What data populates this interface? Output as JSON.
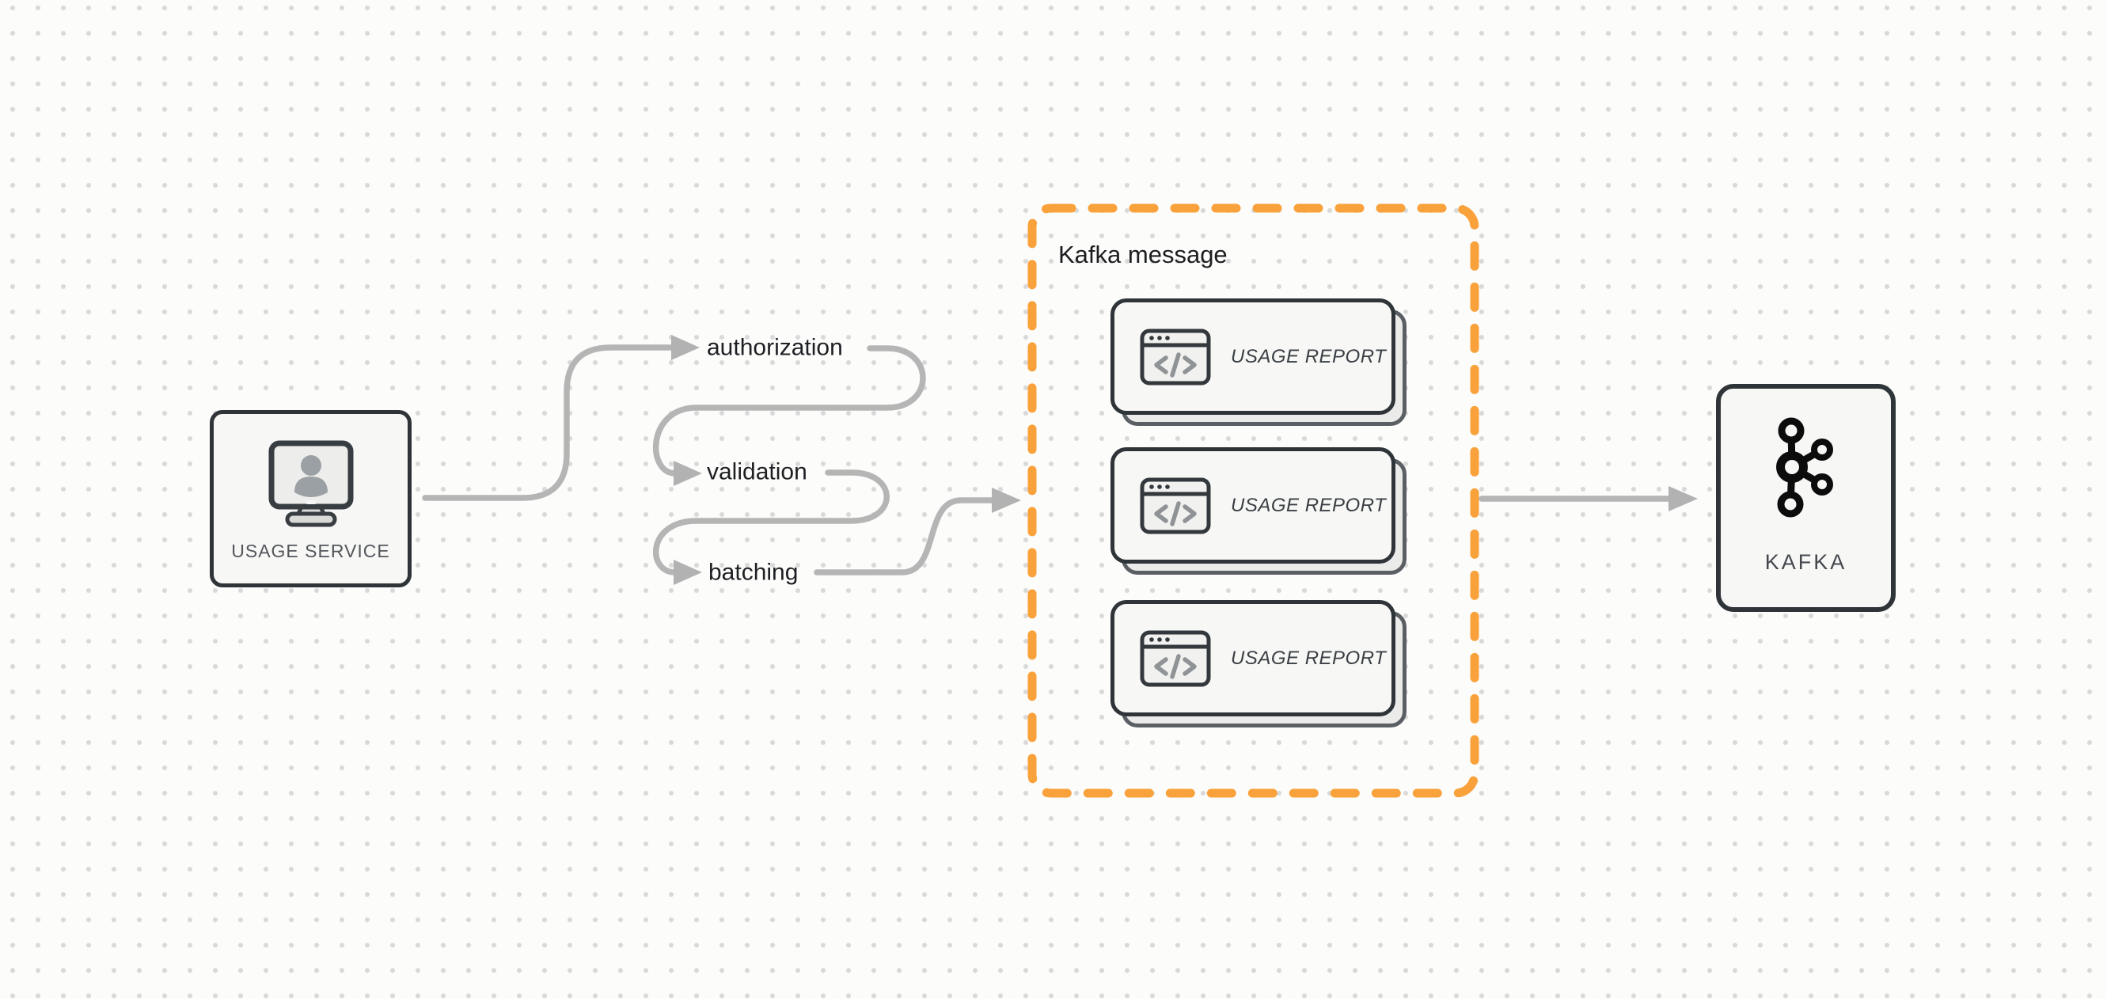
{
  "diagram": {
    "nodes": {
      "usage_service": {
        "label": "USAGE SERVICE",
        "icon": "user-monitor-icon"
      },
      "kafka": {
        "label": "KAFKA",
        "icon": "kafka-logo-icon"
      }
    },
    "pipeline": {
      "steps": [
        {
          "label": "authorization"
        },
        {
          "label": "validation"
        },
        {
          "label": "batching"
        }
      ]
    },
    "kafka_message_group": {
      "title": "Kafka message",
      "cards": [
        {
          "label": "USAGE REPORT",
          "icon": "code-window-icon"
        },
        {
          "label": "USAGE REPORT",
          "icon": "code-window-icon"
        },
        {
          "label": "USAGE REPORT",
          "icon": "code-window-icon"
        }
      ]
    },
    "colors": {
      "accent_orange": "#F9A23B",
      "connector_gray": "#B5B5B5",
      "shape_border": "#2F3438",
      "shape_fill": "#F7F7F5",
      "canvas_background": "#FCFCFB",
      "grid_dot": "#D9D9D9"
    }
  }
}
